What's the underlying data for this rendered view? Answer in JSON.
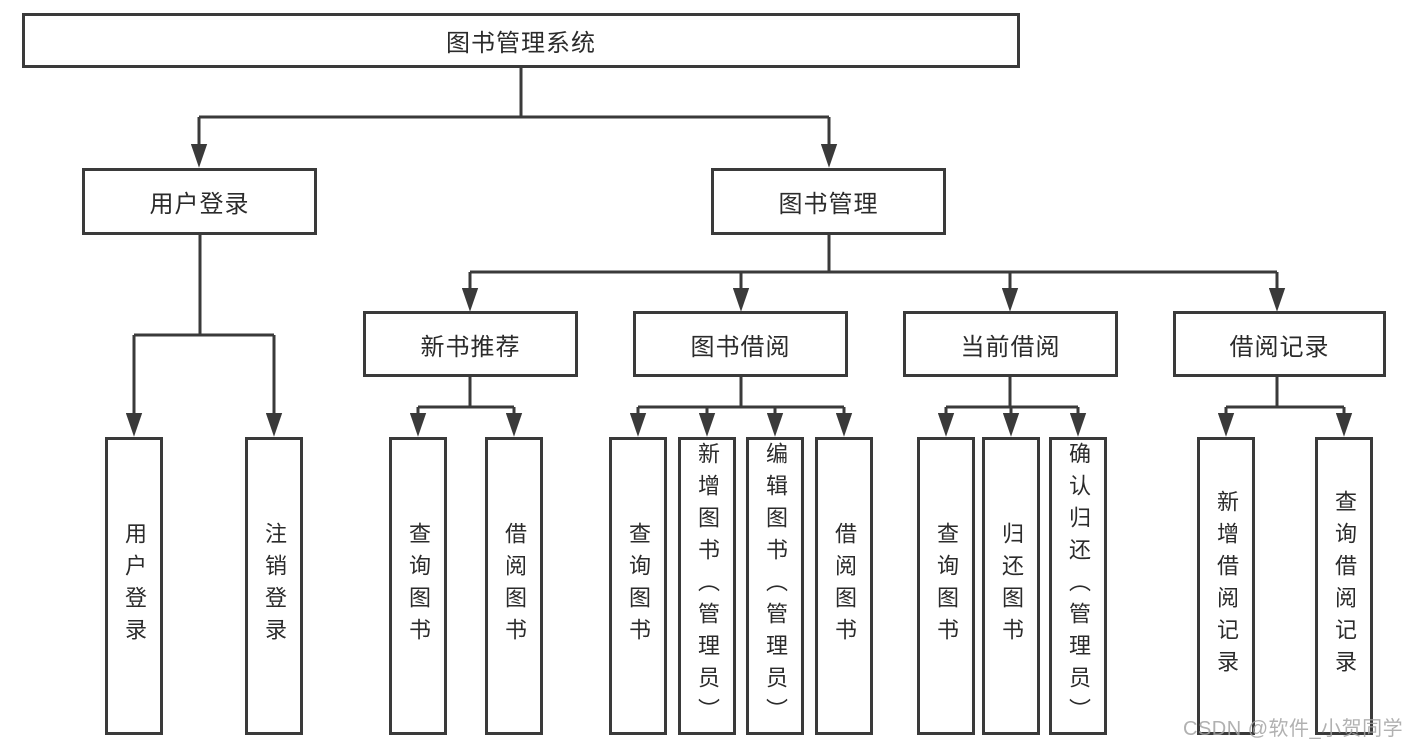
{
  "diagram": {
    "tree": {
      "label": "图书管理系统",
      "children": [
        {
          "label": "用户登录",
          "children": [
            {
              "label": "用户登录"
            },
            {
              "label": "注销登录"
            }
          ]
        },
        {
          "label": "图书管理",
          "children": [
            {
              "label": "新书推荐",
              "children": [
                {
                  "label": "查询图书"
                },
                {
                  "label": "借阅图书"
                }
              ]
            },
            {
              "label": "图书借阅",
              "children": [
                {
                  "label": "查询图书"
                },
                {
                  "label": "新增图书（管理员）"
                },
                {
                  "label": "编辑图书（管理员）"
                },
                {
                  "label": "借阅图书"
                }
              ]
            },
            {
              "label": "当前借阅",
              "children": [
                {
                  "label": "查询图书"
                },
                {
                  "label": "归还图书"
                },
                {
                  "label": "确认归还（管理员）"
                }
              ]
            },
            {
              "label": "借阅记录",
              "children": [
                {
                  "label": "新增借阅记录"
                },
                {
                  "label": "查询借阅记录"
                }
              ]
            }
          ]
        }
      ]
    },
    "colors": {
      "line": "#3a3a3a",
      "text": "#2b2b2b",
      "watermark": "#a3a3a3",
      "background": "#ffffff"
    }
  },
  "watermark": {
    "text": "CSDN @软件_小贺同学"
  }
}
